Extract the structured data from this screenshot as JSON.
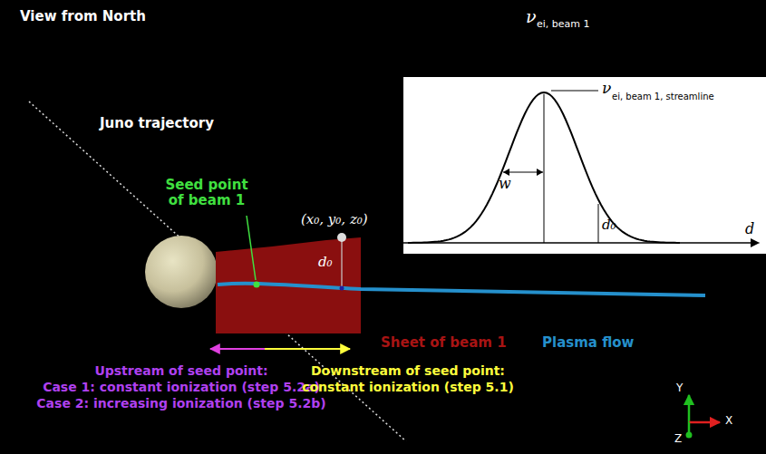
{
  "diagram": {
    "title": "View from North",
    "labels": [
      "Juno trajectory",
      "Seed point of beam 1",
      "(x₀, y₀, z₀)",
      "d₀",
      "ν",
      "ei, beam 1",
      "ν",
      "ei, beam 1, streamline",
      "w",
      "d₀",
      "d",
      "Sheet of beam 1",
      "Plasma flow",
      "Upstream of seed point:",
      "Case 1: constant ionization (step 5.2a)",
      "Case 2: increasing ionization (step 5.2b)",
      "Downstream of seed point:",
      "constant ionization (step 5.1)",
      "Y",
      "X",
      "Z"
    ]
  }
}
